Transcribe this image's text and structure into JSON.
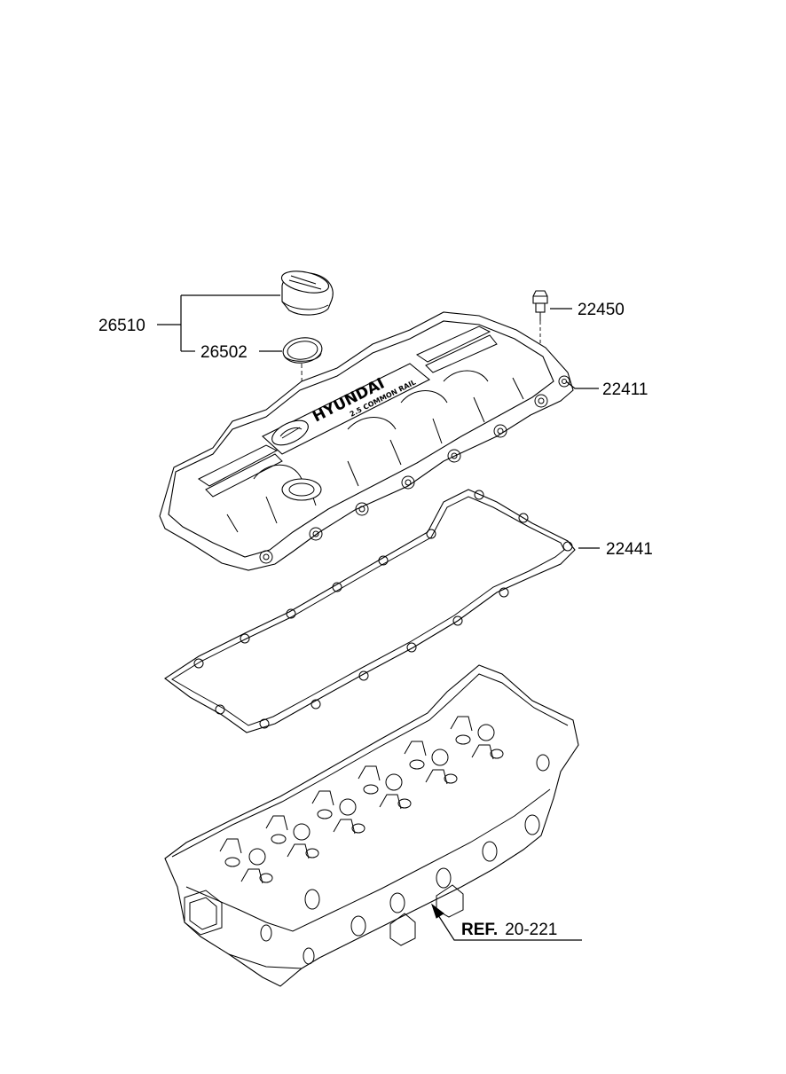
{
  "callouts": {
    "oil_filler_cap_assy": "26510",
    "oil_filler_cap_gasket": "26502",
    "vent_valve": "22450",
    "rocker_cover": "22411",
    "rocker_cover_gasket": "22441"
  },
  "reference": {
    "prefix": "REF.",
    "number": "20-221"
  },
  "cover_markings": {
    "brand": "HYUNDAI",
    "engine": "2.5 COMMON RAIL"
  }
}
